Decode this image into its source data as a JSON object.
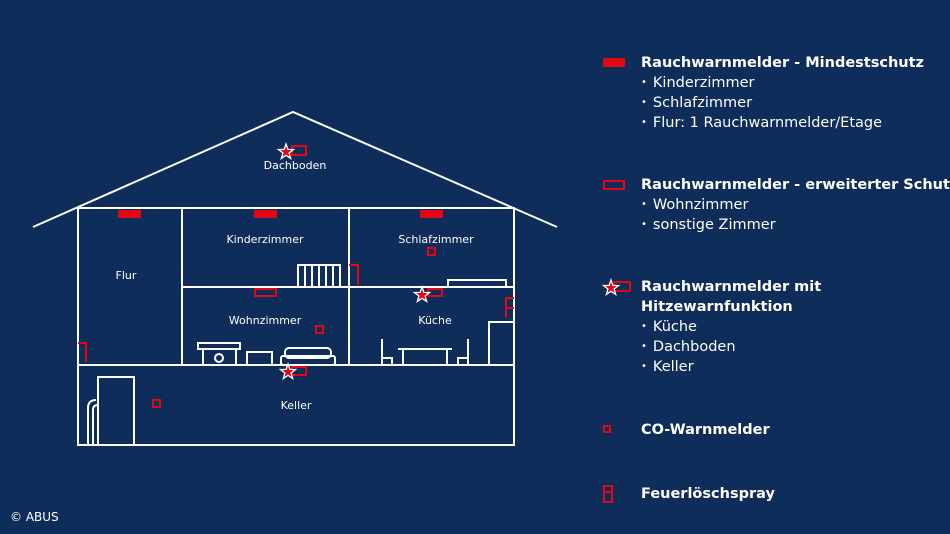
{
  "colors": {
    "background": "#0e2d5a",
    "lines": "#ffffff",
    "accent": "#e30613"
  },
  "rooms": {
    "attic": "Dachboden",
    "hall": "Flur",
    "kids": "Kinderzimmer",
    "bedroom": "Schlafzimmer",
    "living": "Wohnzimmer",
    "kitchen": "Küche",
    "cellar": "Keller"
  },
  "legend": [
    {
      "symbol": "filled-rect-icon",
      "title": "Rauchwarnmelder - Mindestschutz",
      "items": [
        "Kinderzimmer",
        "Schlafzimmer",
        "Flur: 1 Rauchwarnmelder/Etage"
      ]
    },
    {
      "symbol": "outline-rect-icon",
      "title": "Rauchwarnmelder - erweiterter Schutz",
      "items": [
        "Wohnzimmer",
        "sonstige Zimmer"
      ]
    },
    {
      "symbol": "star-detector-icon",
      "title": "Rauchwarnmelder mit Hitzewarnfunktion",
      "items": [
        "Küche",
        "Dachboden",
        "Keller"
      ]
    },
    {
      "symbol": "small-square-icon",
      "title": "CO-Warnmelder",
      "items": []
    },
    {
      "symbol": "spray-can-icon",
      "title": "Feuerlöschspray",
      "items": []
    }
  ],
  "copyright": "© ABUS"
}
